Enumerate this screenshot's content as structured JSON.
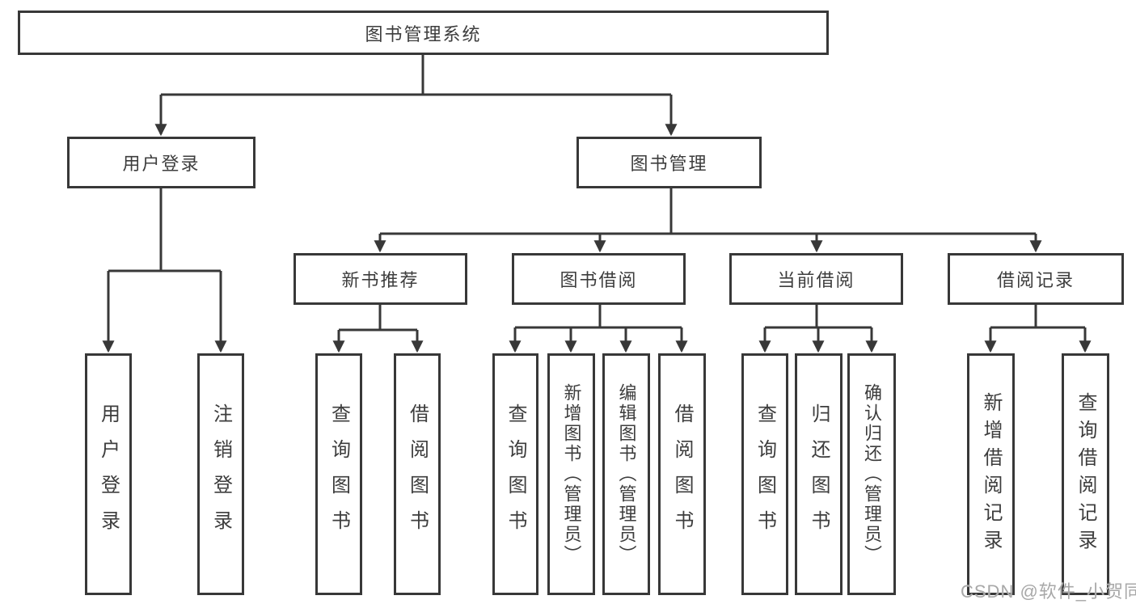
{
  "diagram": {
    "root": {
      "label": "图书管理系统"
    },
    "level2": [
      {
        "label": "用户登录"
      },
      {
        "label": "图书管理"
      }
    ],
    "level3": [
      {
        "label": "新书推荐"
      },
      {
        "label": "图书借阅"
      },
      {
        "label": "当前借阅"
      },
      {
        "label": "借阅记录"
      }
    ],
    "leaves": {
      "user_login": [
        {
          "label": "用户登录"
        },
        {
          "label": "注销登录"
        }
      ],
      "new_book": [
        {
          "label": "查询图书"
        },
        {
          "label": "借阅图书"
        }
      ],
      "book_borrow": [
        {
          "label": "查询图书"
        },
        {
          "label": "新增图书（管理员）"
        },
        {
          "label": "编辑图书（管理员）"
        },
        {
          "label": "借阅图书"
        }
      ],
      "current_borrow": [
        {
          "label": "查询图书"
        },
        {
          "label": "归还图书"
        },
        {
          "label": "确认归还（管理员）"
        }
      ],
      "borrow_record": [
        {
          "label": "新增借阅记录"
        },
        {
          "label": "查询借阅记录"
        }
      ]
    }
  },
  "watermark": {
    "text": "CSDN @软件_小贺同学"
  },
  "colors": {
    "line": "#383838",
    "text": "#3d3d3d",
    "watermark_gray": "#a8a8a8",
    "background": "#ffffff"
  }
}
